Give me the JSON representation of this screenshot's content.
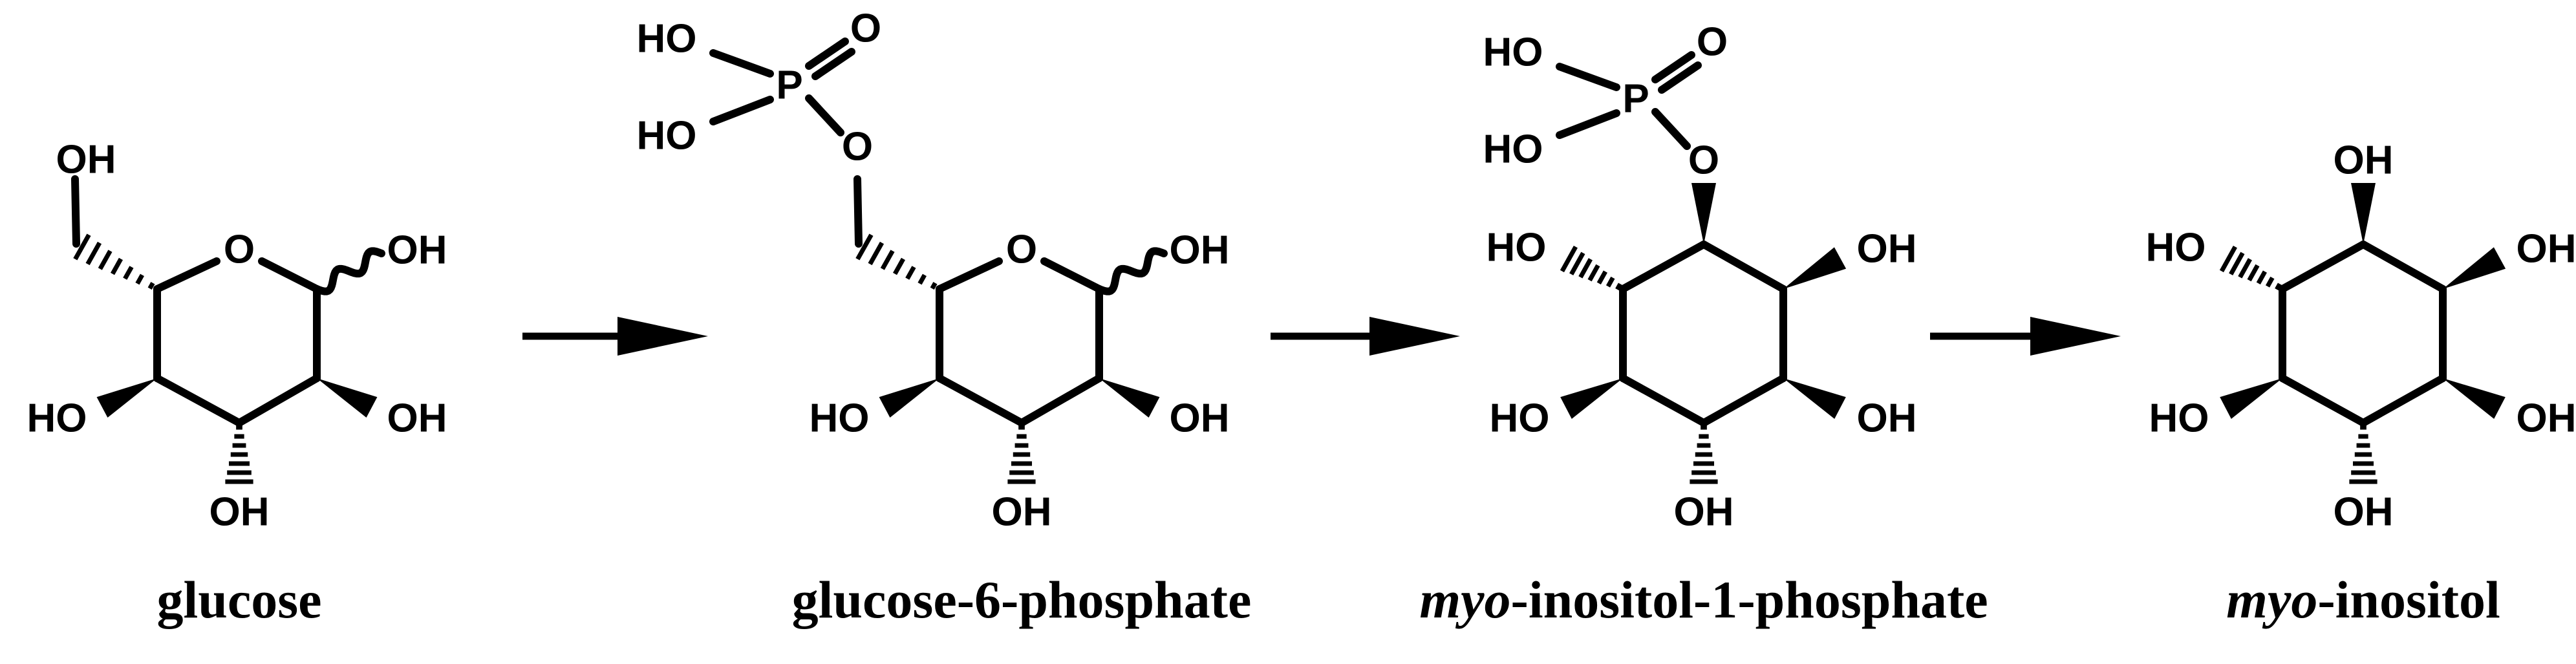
{
  "molecules": [
    {
      "name": "glucose",
      "caption": {
        "italic": "",
        "plain": "glucose"
      },
      "labels": {
        "ch2oh": "OH",
        "ring_o": "O",
        "anomeric_oh": "OH",
        "c4_oh": "HO",
        "c3_oh": "OH",
        "c2_oh": "OH"
      }
    },
    {
      "name": "glucose-6-phosphate",
      "caption": {
        "italic": "",
        "plain": "glucose-6-phosphate"
      },
      "labels": {
        "p_ho1": "HO",
        "p_ho2": "HO",
        "p": "P",
        "p_o_dbl": "O",
        "p_o_link": "O",
        "ring_o": "O",
        "anomeric_oh": "OH",
        "c4_oh": "HO",
        "c3_oh": "OH",
        "c2_oh": "OH"
      }
    },
    {
      "name": "myo-inositol-1-phosphate",
      "caption": {
        "italic": "myo",
        "plain": "-inositol-1-phosphate"
      },
      "labels": {
        "p_ho1": "HO",
        "p_ho2": "HO",
        "p": "P",
        "p_o_dbl": "O",
        "p_o_link": "O",
        "ul_ho": "HO",
        "r_oh": "OH",
        "ll_ho": "HO",
        "b_oh": "OH",
        "lr_oh": "OH"
      }
    },
    {
      "name": "myo-inositol",
      "caption": {
        "italic": "myo",
        "plain": "-inositol"
      },
      "labels": {
        "top_oh": "OH",
        "ul_ho": "HO",
        "r_oh": "OH",
        "ll_ho": "HO",
        "b_oh": "OH",
        "lr_oh": "OH"
      }
    }
  ],
  "arrows": [
    {
      "from": "glucose",
      "to": "glucose-6-phosphate"
    },
    {
      "from": "glucose-6-phosphate",
      "to": "myo-inositol-1-phosphate"
    },
    {
      "from": "myo-inositol-1-phosphate",
      "to": "myo-inositol"
    }
  ]
}
